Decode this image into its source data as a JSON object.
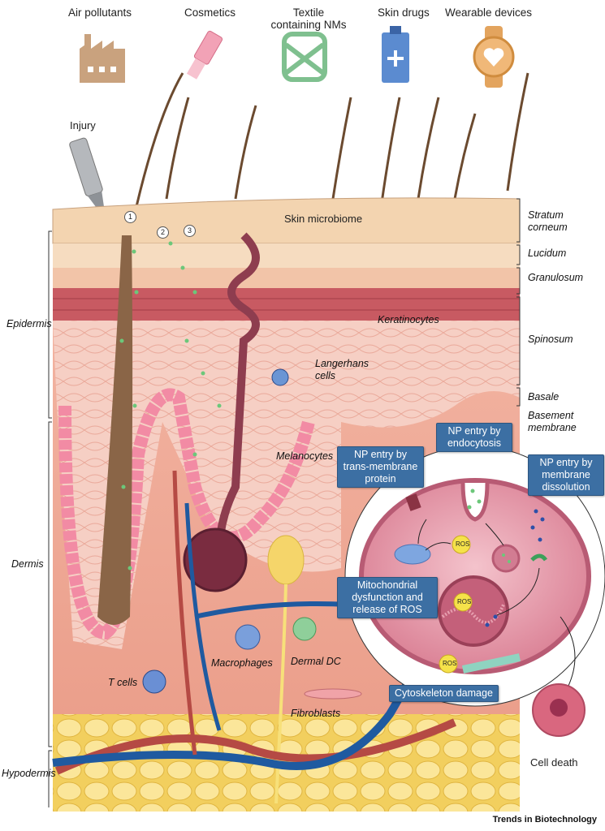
{
  "sources": [
    {
      "label": "Air pollutants",
      "icon": "factory-icon"
    },
    {
      "label": "Cosmetics",
      "icon": "cosmetic-tube-icon"
    },
    {
      "label": "Textile containing NMs",
      "icon": "textile-icon"
    },
    {
      "label": "Skin drugs",
      "icon": "drug-tube-icon"
    },
    {
      "label": "Wearable devices",
      "icon": "smartwatch-icon"
    }
  ],
  "injury": {
    "label": "Injury",
    "icon": "scalpel-icon"
  },
  "routes": [
    "1",
    "2",
    "3"
  ],
  "skin_microbiome": "Skin microbiome",
  "layers_right": [
    "Stratum corneum",
    "Lucidum",
    "Granulosum",
    "Spinosum",
    "Basale",
    "Basement membrane"
  ],
  "layers_left": [
    "Epidermis",
    "Dermis",
    "Hypodermis"
  ],
  "cells": {
    "keratinocytes": "Keratinocytes",
    "langerhans": "Langerhans cells",
    "melanocytes": "Melanocytes",
    "macrophages": "Macrophages",
    "dermal_dc": "Dermal DC",
    "t_cells": "T cells",
    "fibroblasts": "Fibroblasts"
  },
  "callouts": {
    "transmembrane": "NP entry by trans-membrane protein",
    "endocytosis": "NP entry by endocytosis",
    "dissolution": "NP entry by membrane dissolution",
    "mito": "Mitochondrial dysfunction and release of ROS",
    "cytoskeleton": "Cytoskeleton damage"
  },
  "ros_label": "ROS",
  "cell_death": "Cell death",
  "credit": "Trends in Biotechnology",
  "colors": {
    "callout": "#3c6fa3",
    "np_green": "#6cc77a",
    "np_blue": "#2d4fa8",
    "vessel_blue": "#1f5aa0",
    "vessel_red": "#b54a44"
  }
}
